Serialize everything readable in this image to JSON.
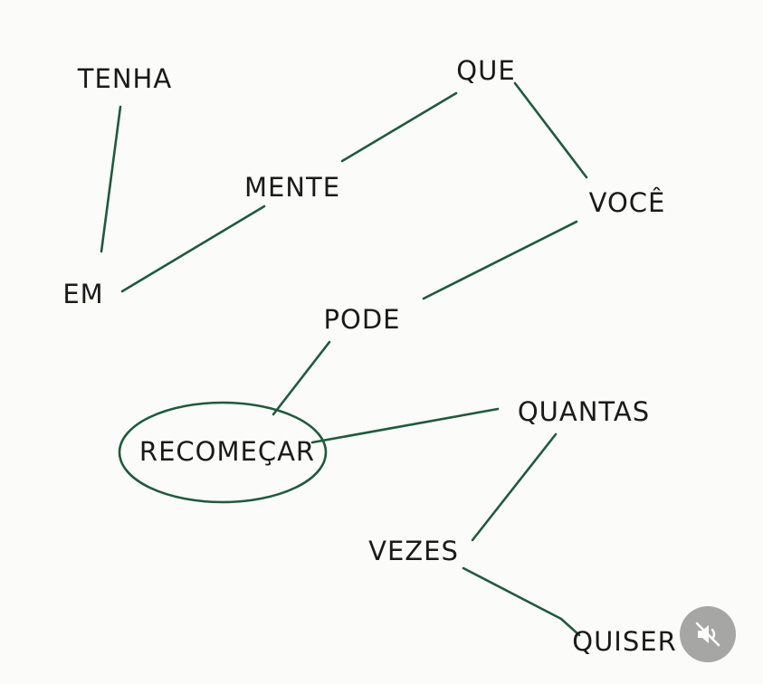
{
  "diagram": {
    "words": {
      "tenha": "TENHA",
      "que": "QUE",
      "mente": "MENTE",
      "voce": "VOCÊ",
      "em": "EM",
      "pode": "PODE",
      "recomecar": "RECOMEÇAR",
      "quantas": "QUANTAS",
      "vezes": "VEZES",
      "quiser": "QUISER"
    },
    "line_color": "#1f5a3c",
    "text_color": "#1a1a1a",
    "background": "#fbfbf9"
  },
  "overlay": {
    "mute_icon": "muted-speaker-icon",
    "button_color": "#9a9a9a"
  }
}
